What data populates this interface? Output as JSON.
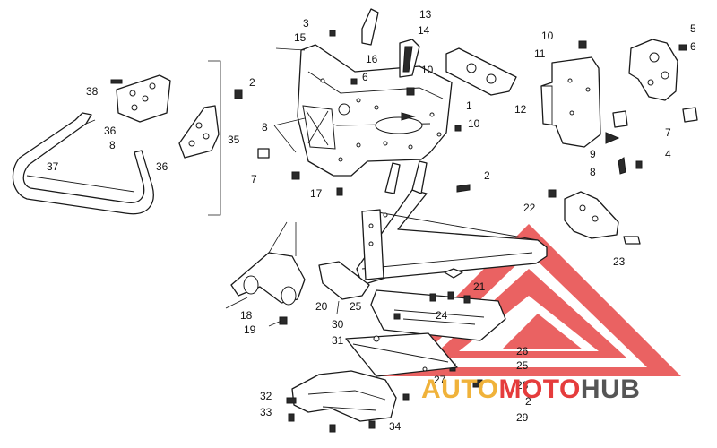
{
  "callouts": [
    {
      "num": "1"
    },
    {
      "num": "2"
    },
    {
      "num": "3"
    },
    {
      "num": "4"
    },
    {
      "num": "5"
    },
    {
      "num": "6"
    },
    {
      "num": "7"
    },
    {
      "num": "8"
    },
    {
      "num": "9"
    },
    {
      "num": "10"
    },
    {
      "num": "11"
    },
    {
      "num": "12"
    },
    {
      "num": "13"
    },
    {
      "num": "14"
    },
    {
      "num": "15"
    },
    {
      "num": "16"
    },
    {
      "num": "17"
    },
    {
      "num": "18"
    },
    {
      "num": "19"
    },
    {
      "num": "20"
    },
    {
      "num": "21"
    },
    {
      "num": "22"
    },
    {
      "num": "23"
    },
    {
      "num": "24"
    },
    {
      "num": "25"
    },
    {
      "num": "26"
    },
    {
      "num": "27"
    },
    {
      "num": "28"
    },
    {
      "num": "29"
    },
    {
      "num": "30"
    },
    {
      "num": "31"
    },
    {
      "num": "32"
    },
    {
      "num": "33"
    },
    {
      "num": "34"
    },
    {
      "num": "35"
    },
    {
      "num": "36"
    },
    {
      "num": "37"
    },
    {
      "num": "38"
    }
  ],
  "watermark": {
    "part1": "AUTO",
    "part2": "MOTO",
    "part3": "HUB",
    "colors": {
      "auto": "#f0b23a",
      "moto": "#e53c3c",
      "hub": "#555555"
    }
  }
}
